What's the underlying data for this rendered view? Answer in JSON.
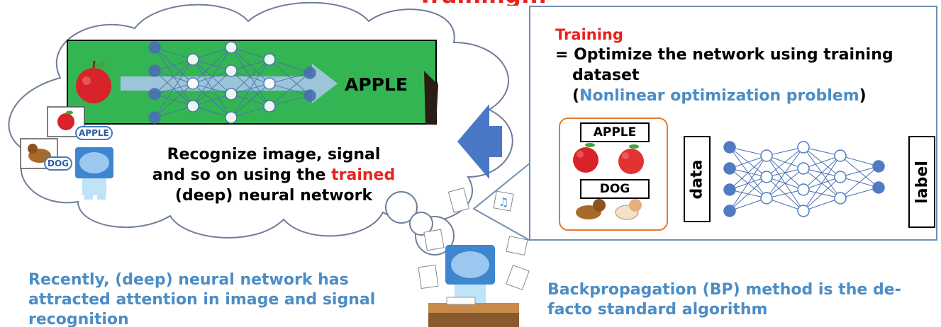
{
  "title_clipped": "Training...",
  "cloud": {
    "apple_label": "APPLE",
    "mini_apple_tag": "APPLE",
    "mini_dog_tag": "DOG",
    "recognize_line1": "Recognize image, signal",
    "recognize_line2_prefix": "and so on using the ",
    "recognize_line2_highlight": "trained",
    "recognize_line3": "(deep) neural network"
  },
  "training_panel": {
    "heading": "Training",
    "desc_line1": "= Optimize the network using training",
    "desc_line2": "dataset",
    "desc_line3_open": "(",
    "desc_line3_highlight": "Nonlinear optimization problem",
    "desc_line3_close": ")",
    "apple_box_label": "APPLE",
    "dog_box_label": "DOG",
    "data_label": "data",
    "label_label": "label"
  },
  "captions": {
    "left": "Recently, (deep) neural network has attracted attention in image and signal recognition",
    "right": "Backpropagation (BP) method is the de-facto standard algorithm"
  },
  "colors": {
    "accent_red": "#e8211c",
    "accent_blue": "#4c8dc5",
    "board_green": "#33b454",
    "node_blue": "#4f7bc2",
    "panel_border": "#6f8fb4",
    "arrow_blue": "#4a77c6"
  }
}
